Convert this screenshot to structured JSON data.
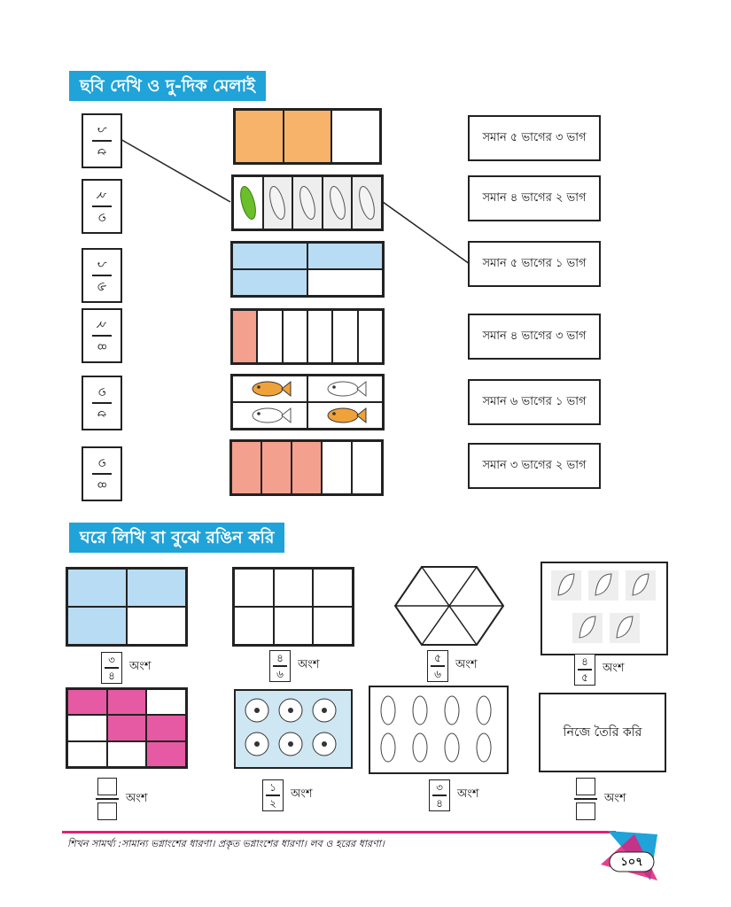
{
  "section1": {
    "title": "ছবি দেখি ও দু-দিক মেলাই"
  },
  "fractions_left": [
    {
      "num": "১",
      "den": "৫"
    },
    {
      "num": "২",
      "den": "৩"
    },
    {
      "num": "১",
      "den": "৬"
    },
    {
      "num": "২",
      "den": "৪"
    },
    {
      "num": "৩",
      "den": "৫"
    },
    {
      "num": "৩",
      "den": "৪"
    }
  ],
  "descriptions_right": [
    "সমান ৫ ভাগের ৩ ভাগ",
    "সমান ৪ ভাগের ২ ভাগ",
    "সমান ৫ ভাগের ১ ভাগ",
    "সমান ৪ ভাগের ৩ ভাগ",
    "সমান ৬ ভাগের ১ ভাগ",
    "সমান ৩ ভাগের ২ ভাগ"
  ],
  "section2": {
    "title": "ঘরে লিখি বা বুঝে রঙিন করি"
  },
  "part_word": "অংশ",
  "row1_fracs": [
    {
      "num": "৩",
      "den": "৪"
    },
    {
      "num": "৪",
      "den": "৬"
    },
    {
      "num": "৫",
      "den": "৬"
    },
    {
      "num": "৪",
      "den": "৫"
    }
  ],
  "row2_fracs": [
    {
      "num": "",
      "den": ""
    },
    {
      "num": "১",
      "den": "২"
    },
    {
      "num": "৩",
      "den": "৪"
    },
    {
      "num": "",
      "den": ""
    }
  ],
  "make_own": "নিজে তৈরি করি",
  "footer": "শিখন সামর্থ্য :সামান্য ভগ্নাংশের ধারণা। প্রকৃত ভগ্নাংশের ধারণা। লব ও হরের ধারণা।",
  "page_number": "১০৭",
  "colors": {
    "orange": "#f7b36a",
    "blue": "#b8dcf3",
    "salmon": "#f4a08e",
    "pink": "#e55aa3",
    "banner": "#1fa3d8",
    "footer_line": "#e0207a"
  }
}
